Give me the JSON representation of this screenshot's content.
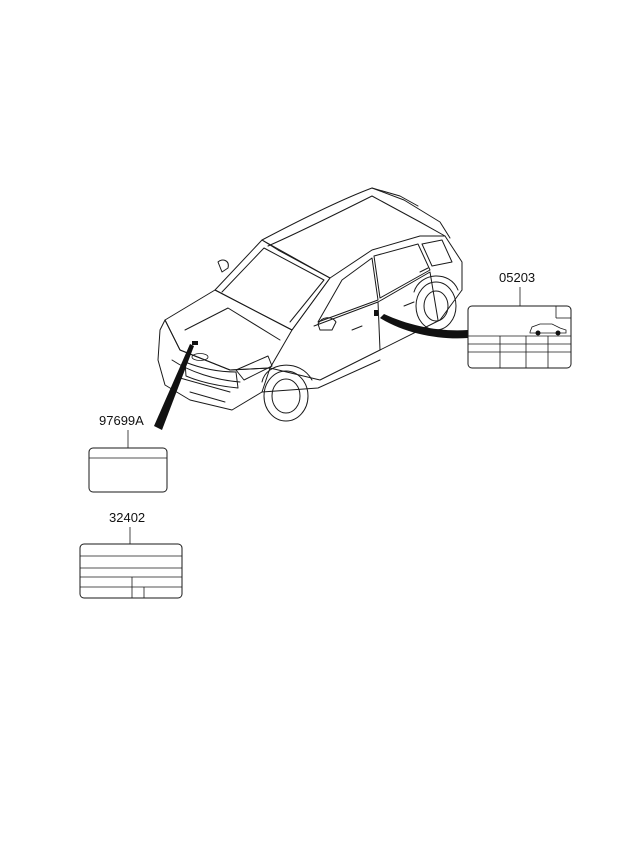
{
  "parts": {
    "label_left": "97699A",
    "label_bottom": "32402",
    "label_right": "05203"
  }
}
